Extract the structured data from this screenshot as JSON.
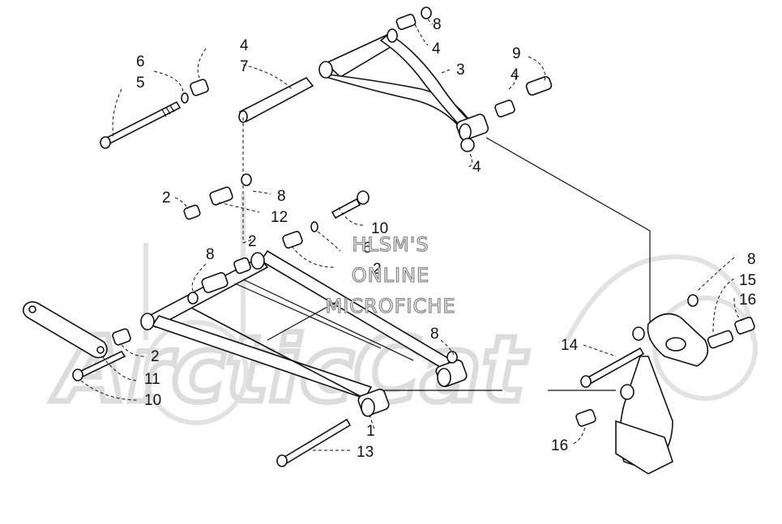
{
  "watermark": {
    "line1": "HLSM'S",
    "line2": "ONLINE",
    "line3": "MICROFICHE",
    "brand": "ArcticCat"
  },
  "callouts": [
    {
      "id": "c8a",
      "text": "8"
    },
    {
      "id": "c4a",
      "text": "4"
    },
    {
      "id": "c3",
      "text": "3"
    },
    {
      "id": "c9",
      "text": "9"
    },
    {
      "id": "c4b",
      "text": "4"
    },
    {
      "id": "c4c",
      "text": "4"
    },
    {
      "id": "c4d",
      "text": "4"
    },
    {
      "id": "c7",
      "text": "7"
    },
    {
      "id": "c6",
      "text": "6"
    },
    {
      "id": "c5",
      "text": "5"
    },
    {
      "id": "c2a",
      "text": "2"
    },
    {
      "id": "c8b",
      "text": "8"
    },
    {
      "id": "c12",
      "text": "12"
    },
    {
      "id": "c10a",
      "text": "10"
    },
    {
      "id": "c6b",
      "text": "6"
    },
    {
      "id": "c2b",
      "text": "2"
    },
    {
      "id": "c8c",
      "text": "8"
    },
    {
      "id": "c2c",
      "text": "2"
    },
    {
      "id": "c2d",
      "text": "2"
    },
    {
      "id": "c11",
      "text": "11"
    },
    {
      "id": "c10b",
      "text": "10"
    },
    {
      "id": "c8d",
      "text": "8"
    },
    {
      "id": "c1",
      "text": "1"
    },
    {
      "id": "c13",
      "text": "13"
    },
    {
      "id": "c14",
      "text": "14"
    },
    {
      "id": "c16a",
      "text": "16"
    },
    {
      "id": "c8e",
      "text": "8"
    },
    {
      "id": "c15",
      "text": "15"
    },
    {
      "id": "c16b",
      "text": "16"
    }
  ]
}
